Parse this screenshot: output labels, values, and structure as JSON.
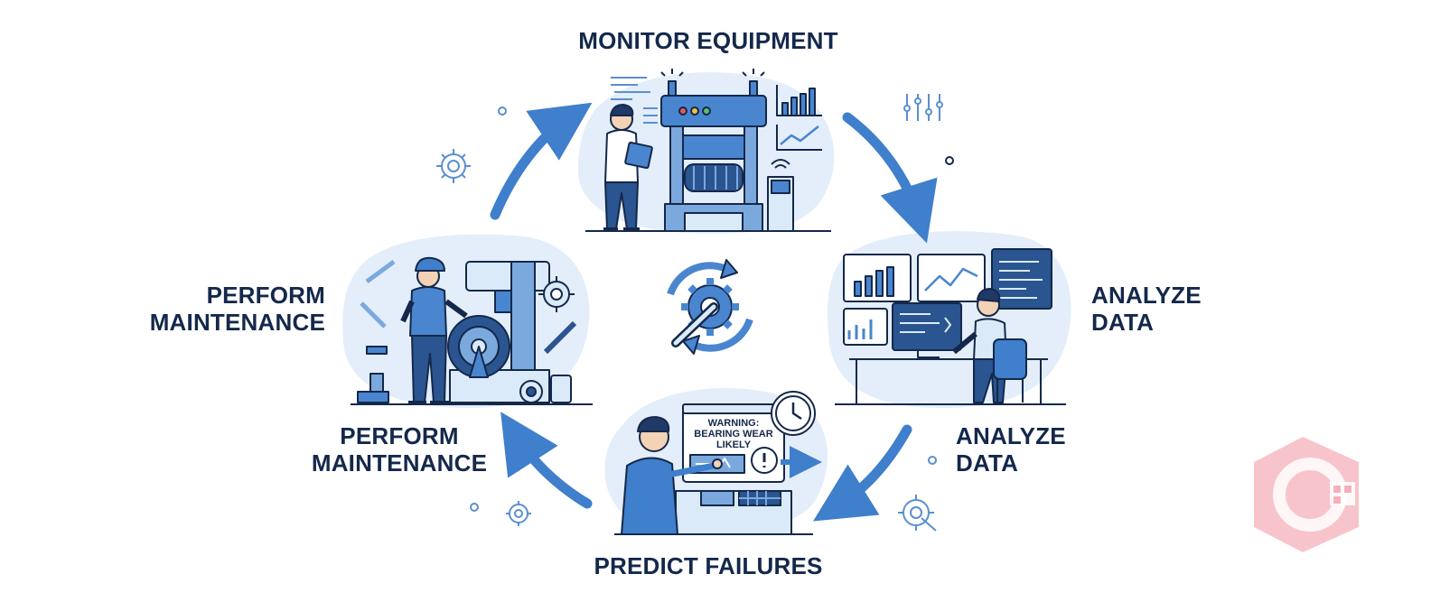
{
  "diagram": {
    "stages": {
      "monitor": {
        "label": "MONITOR EQUIPMENT"
      },
      "analyze_right": {
        "line1": "ANALYZE",
        "line2": "DATA"
      },
      "analyze_lower": {
        "line1": "ANALYZE",
        "line2": "DATA"
      },
      "predict": {
        "label": "PREDICT FAILURES"
      },
      "perform_left": {
        "line1": "PERFORM",
        "line2": "MAINTENANCE"
      },
      "perform_lower": {
        "line1": "PERFORM",
        "line2": "MAINTENANCE"
      }
    },
    "warning_screen": {
      "line1": "WARNING:",
      "line2": "BEARING WEAR",
      "line3": "LIKELY"
    },
    "center_icon": "cycle-gear-wrench-icon",
    "colors": {
      "primary": "#3f7fcb",
      "dark": "#14284b",
      "light_fill": "#dbeaf8",
      "blob": "#e3eefa",
      "watermark": "#f07c8c"
    }
  }
}
